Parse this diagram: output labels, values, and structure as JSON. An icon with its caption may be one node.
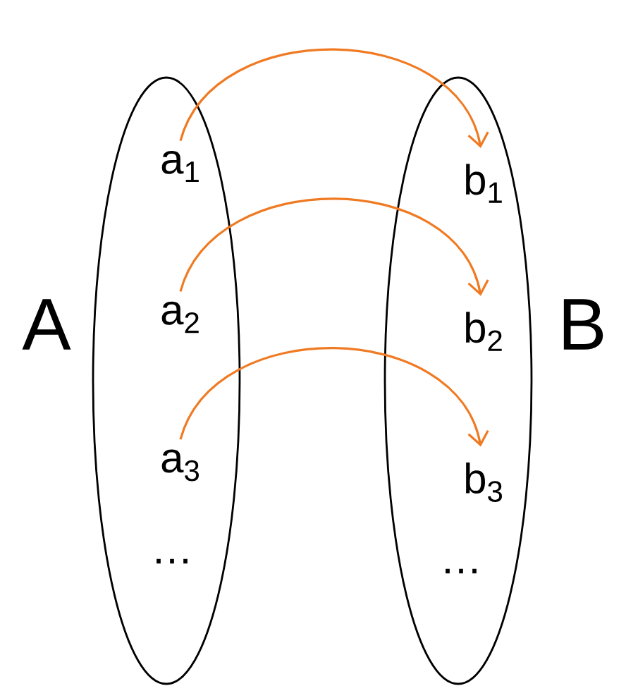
{
  "diagram": {
    "nodes": [
      {
        "text": [
          "A"
        ]
      },
      {
        "text": [
          "a$_{1}$"
        ],
        "in": 0
      },
      {
        "text": [
          "a$_{2}$"
        ],
        "in": 0
      },
      {
        "text": [
          "a$_{3}$"
        ],
        "in": 0
      },
      {
        "text": [
          "…"
        ],
        "in": 0
      },
      {
        "text": [
          "B"
        ]
      },
      {
        "text": [
          "b$_{1}$"
        ],
        "in": 5
      },
      {
        "text": [
          "b$_{2}$"
        ],
        "in": 5
      },
      {
        "text": [
          "b$_{3}$"
        ],
        "in": 5
      },
      {
        "text": [
          "…"
        ],
        "in": 5
      }
    ],
    "edges": [
      {
        "from": 1,
        "to": 6,
        "arrow": "to"
      },
      {
        "from": 2,
        "to": 7,
        "arrow": "to"
      },
      {
        "from": 3,
        "to": 8,
        "arrow": "to"
      }
    ]
  }
}
